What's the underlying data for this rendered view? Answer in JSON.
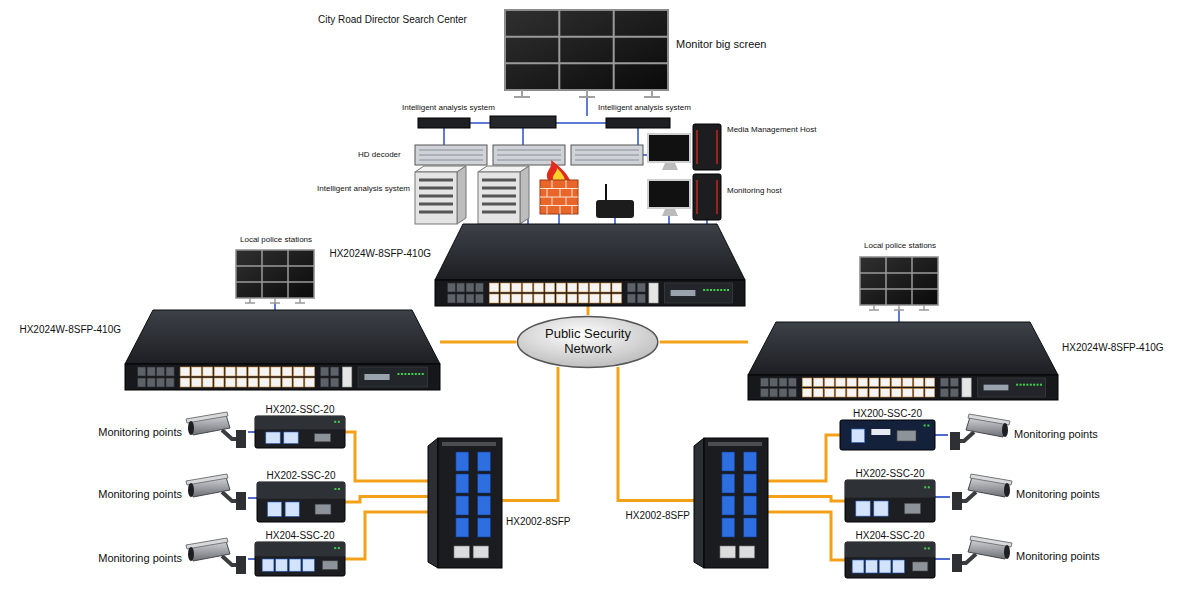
{
  "diagram": {
    "nodes": [
      {
        "text": [
          "HX2024W-8SFP-410G"
        ]
      },
      {
        "text": [
          "HX2024W-8SFP-410G"
        ]
      },
      {
        "text": [
          "Public Security Network"
        ]
      },
      {
        "text": [
          "HX2024W-8SFP-410G"
        ]
      },
      {
        "text": [
          "HX2002-8SFP"
        ]
      },
      {
        "text": [
          "HX2002-8SFP"
        ]
      },
      {
        "text": [
          "HX202-SSC-20"
        ]
      },
      {
        "text": [
          "HX202-SSC-20"
        ]
      },
      {
        "text": [
          "HX204-SSC-20"
        ]
      },
      {
        "text": [
          "HX200-SSC-20"
        ]
      },
      {
        "text": [
          "HX202-SSC-20"
        ]
      },
      {
        "text": [
          "HX204-SSC-20"
        ]
      },
      {
        "text": [
          "Monitoring points"
        ]
      },
      {
        "text": [
          "Monitoring points"
        ]
      },
      {
        "text": [
          "Monitoring points"
        ]
      },
      {
        "text": [
          "Monitoring points"
        ]
      },
      {
        "text": [
          "Monitoring points"
        ]
      },
      {
        "text": [
          "Monitoring points"
        ]
      }
    ],
    "edges": [
      {
        "from": 2,
        "to": 0,
        "arrow": "none"
      },
      {
        "from": 2,
        "to": 1,
        "arrow": "none"
      },
      {
        "from": 2,
        "to": 3,
        "arrow": "none"
      },
      {
        "from": 2,
        "to": 4,
        "arrow": "none"
      },
      {
        "from": 2,
        "to": 5,
        "arrow": "none"
      },
      {
        "from": 4,
        "to": 6,
        "arrow": "none"
      },
      {
        "from": 4,
        "to": 7,
        "arrow": "none"
      },
      {
        "from": 4,
        "to": 8,
        "arrow": "none"
      },
      {
        "from": 5,
        "to": 9,
        "arrow": "none"
      },
      {
        "from": 5,
        "to": 10,
        "arrow": "none"
      },
      {
        "from": 5,
        "to": 11,
        "arrow": "none"
      },
      {
        "from": 6,
        "to": 12,
        "arrow": "none"
      },
      {
        "from": 7,
        "to": 13,
        "arrow": "none"
      },
      {
        "from": 8,
        "to": 14,
        "arrow": "none"
      },
      {
        "from": 9,
        "to": 15,
        "arrow": "none"
      },
      {
        "from": 10,
        "to": 16,
        "arrow": "none"
      },
      {
        "from": 11,
        "to": 17,
        "arrow": "none"
      }
    ],
    "labels": [
      "City Road Director Search Center",
      "Monitor big screen",
      "Intelligent analysis system",
      "Intelligent analysis system",
      "HD decoder",
      "Media Management Host",
      "Intelligent analysis system",
      "Monitoring host",
      "Local police stations",
      "Local police stations"
    ]
  }
}
